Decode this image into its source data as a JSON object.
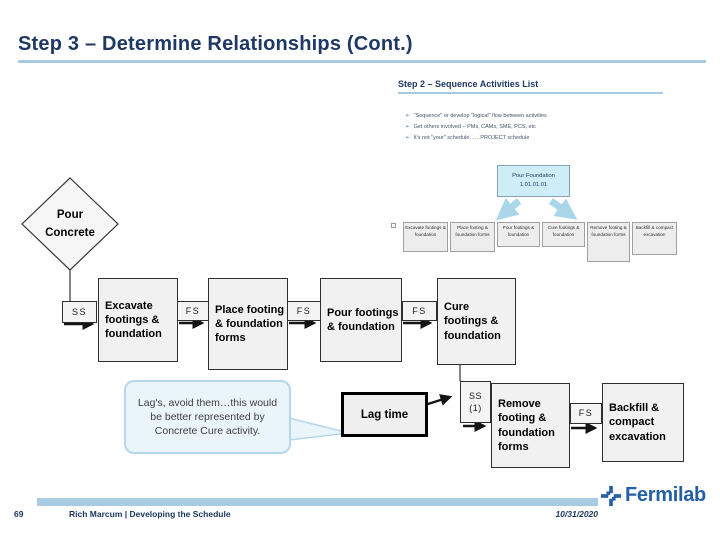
{
  "title": "Step 3 – Determine Relationships (Cont.)",
  "mini_slide": {
    "title": "Step 2 – Sequence Activities List",
    "bullet_char": "➢",
    "bullets": [
      "\"Sequence\" or develop \"logical\" flow between activities",
      "Get others involved – PMs, CAMs, SME, PCS, etc",
      "It's not \"your\" schedule……PROJECT schedule"
    ],
    "top_box_line1": "Pour Foundation",
    "top_box_line2": "1.01.01.01",
    "activities": [
      "Excavate footings & foundation",
      "Place footing & foundation forms",
      "Pour footings & foundation",
      "Cure footings & foundation",
      "Remove footing & foundation forms",
      "Backfill & compact excavation"
    ]
  },
  "flowchart": {
    "diamond": "Pour Concrete",
    "start_connector": "SS",
    "fs_label": "FS",
    "ss1_label_line1": "SS",
    "ss1_label_line2": "(1)",
    "boxes": {
      "excavate": "Excavate footings & foundation",
      "place": "Place footing & foundation forms",
      "pour": "Pour footings & foundation",
      "cure": "Cure footings & foundation",
      "remove": "Remove footing & foundation forms",
      "backfill": "Backfill & compact excavation"
    },
    "lag_box": "Lag time",
    "callout": "Lag's, avoid them…this would be better represented by Concrete Cure activity."
  },
  "footer": {
    "page_number": "69",
    "credit": "Rich Marcum | Developing the Schedule",
    "date": "10/31/2020",
    "logo_text": "Fermilab"
  },
  "colors": {
    "title_navy": "#1f3864",
    "accent_blue": "#a8cbe4",
    "mini_box_blue": "#cdeef7",
    "flow_box_fill": "#f1f1f1",
    "callout_fill": "#e9f4fb",
    "fermilab_blue": "#2460a5"
  }
}
